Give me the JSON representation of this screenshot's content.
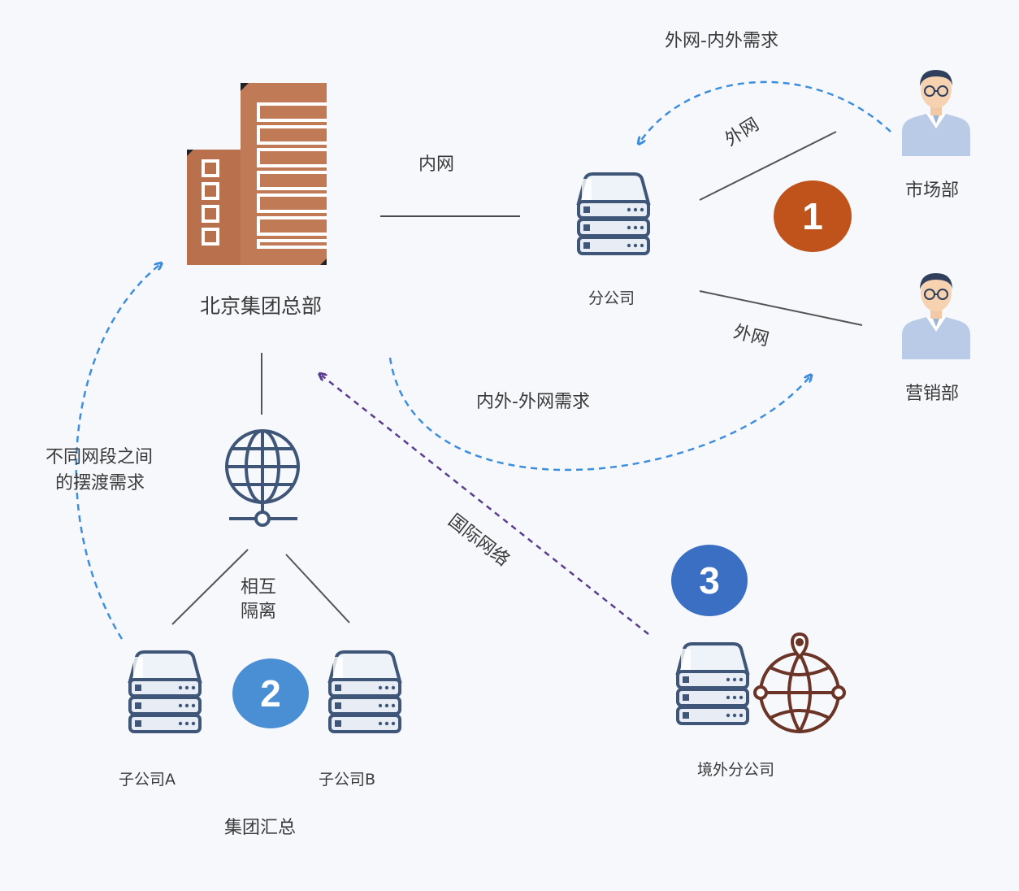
{
  "labels": {
    "hq": "北京集团总部",
    "intranet": "内网",
    "branch": "分公司",
    "extranet_upper": "外网",
    "extranet_lower": "外网",
    "market_dept": "市场部",
    "sales_dept": "营销部",
    "ext_to_int": "外网-内外需求",
    "int_to_ext": "内外-外网需求",
    "ferry_line1": "不同网段之间",
    "ferry_line2": "的摆渡需求",
    "isolation_line1": "相互",
    "isolation_line2": "隔离",
    "sub_a": "子公司A",
    "sub_b": "子公司B",
    "group_summary": "集团汇总",
    "intl_network": "国际网络",
    "overseas_branch": "境外分公司"
  },
  "badges": {
    "one": "1",
    "two": "2",
    "three": "3"
  },
  "colors": {
    "building": "#b9714d",
    "badge_one": "#c0521c",
    "badge_two": "#4a8fd4",
    "badge_three": "#3a6fc4",
    "arrow_blue": "#3d8ede",
    "arrow_purple": "#5b3d8f",
    "server_outline": "#3f5678",
    "person_shirt": "#b9cbe6"
  }
}
